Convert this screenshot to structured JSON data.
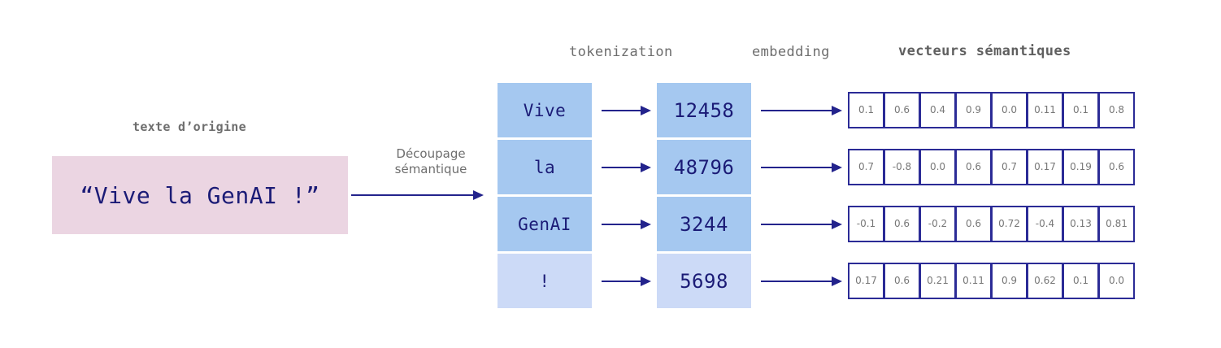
{
  "headers": {
    "tokenization": "tokenization",
    "embedding": "embedding",
    "vectors": "vecteurs sémantiques"
  },
  "source": {
    "label": "texte d’origine",
    "text": "“Vive la GenAI !”",
    "box_color": "#ebd5e2",
    "text_color": "#1b1b76"
  },
  "transform": {
    "line1": "Découpage",
    "line2": "sémantique"
  },
  "colors": {
    "arrow": "#23238c",
    "cell_blue": "#a5c8f0",
    "cell_blue_light": "#ccdaf7",
    "vector_border": "#2b2b96",
    "label_gray": "#6e6e6e",
    "value_gray": "#777777"
  },
  "rows": [
    {
      "token": "Vive",
      "token_id": "12458",
      "shade": "#a5c8f0",
      "vector": [
        "0.1",
        "0.6",
        "0.4",
        "0.9",
        "0.0",
        "0.11",
        "0.1",
        "0.8"
      ]
    },
    {
      "token": "la",
      "token_id": "48796",
      "shade": "#a5c8f0",
      "vector": [
        "0.7",
        "-0.8",
        "0.0",
        "0.6",
        "0.7",
        "0.17",
        "0.19",
        "0.6"
      ]
    },
    {
      "token": "GenAI",
      "token_id": "3244",
      "shade": "#a5c8f0",
      "vector": [
        "-0.1",
        "0.6",
        "-0.2",
        "0.6",
        "0.72",
        "-0.4",
        "0.13",
        "0.81"
      ]
    },
    {
      "token": "!",
      "token_id": "5698",
      "shade": "#ccdaf7",
      "vector": [
        "0.17",
        "0.6",
        "0.21",
        "0.11",
        "0.9",
        "0.62",
        "0.1",
        "0.0"
      ]
    }
  ]
}
